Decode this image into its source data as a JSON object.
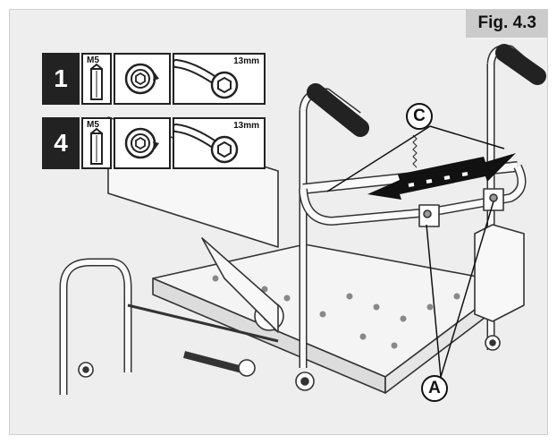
{
  "figure": {
    "label": "Fig. 4.3"
  },
  "tools": [
    {
      "step": "1",
      "bit": "M5",
      "wrench_size": "13mm",
      "bit-icon": "hex-bit-icon",
      "rotation-icon": "rotate-icon",
      "wrench-icon": "ring-wrench-icon"
    },
    {
      "step": "4",
      "bit": "M5",
      "wrench_size": "13mm",
      "bit-icon": "hex-bit-icon",
      "rotation-icon": "rotate-icon",
      "wrench-icon": "ring-wrench-icon"
    }
  ],
  "callouts": {
    "c": "C",
    "a": "A"
  },
  "colors": {
    "background": "#eeeeee",
    "fig_label_bg": "#cbcbcb",
    "arrow": "#111111"
  }
}
